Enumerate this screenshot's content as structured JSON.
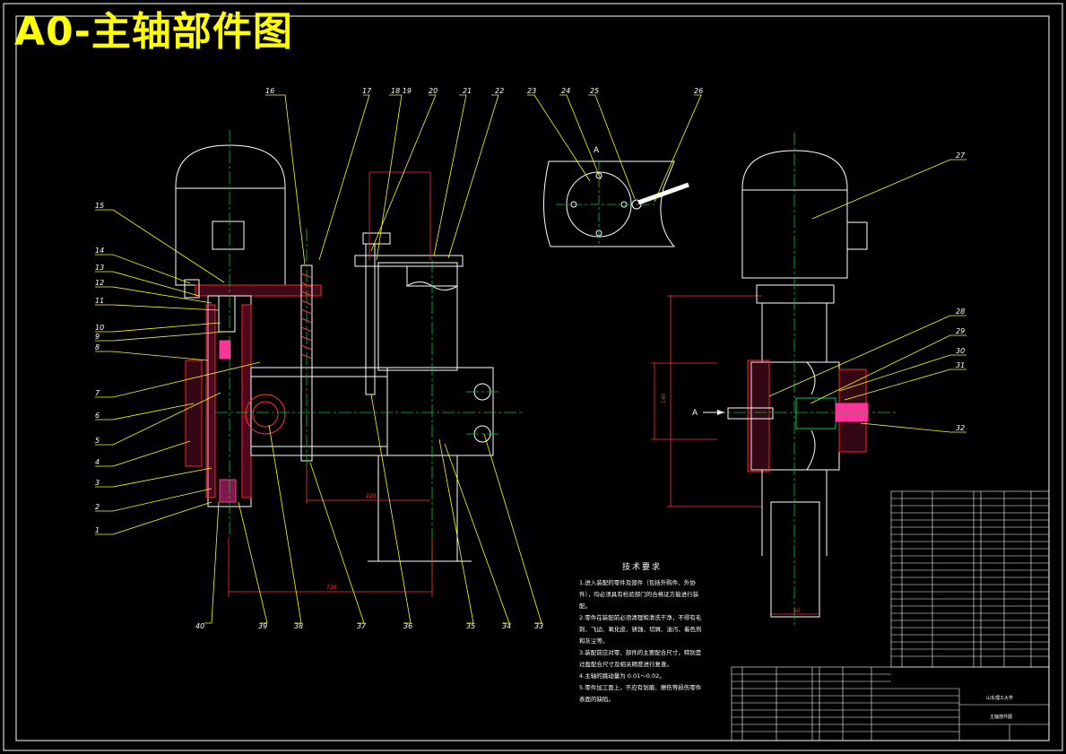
{
  "sheet": {
    "title": "A0-主轴部件图",
    "colors": {
      "background": "#000000",
      "outline": "#ffffff",
      "leader": "#ffff00",
      "centerline": "#00cc33",
      "hatch": "#ff2222",
      "part_fill": "#ff3399",
      "title_text": "#ffff00"
    }
  },
  "callouts": {
    "top": [
      "16",
      "17",
      "18 19",
      "20",
      "21",
      "22",
      "23",
      "24",
      "25",
      "26"
    ],
    "left": [
      "15",
      "14",
      "13",
      "12",
      "11",
      "10",
      "9",
      "8",
      "7",
      "6",
      "5",
      "4",
      "3",
      "2",
      "1"
    ],
    "bottom": [
      "40",
      "39",
      "38",
      "37",
      "36",
      "35",
      "34",
      "33"
    ],
    "right": [
      "27",
      "28",
      "29",
      "30",
      "31",
      "32"
    ]
  },
  "view_labels": {
    "view_a_top": "A",
    "arrow_a": "A"
  },
  "tech_requirements": {
    "heading": "技术要求",
    "lines": [
      "1.进入装配的零件及部件（包括外购件、外协件），均必须具有检验部门的合格证方能进行装配。",
      "2.零件在装配前必须清理和清洗干净，不得有毛刺、飞边、氧化皮、锈蚀、切屑、油污、着色剂和灰尘等。",
      "3.装配前应对零、部件的主要配合尺寸，特别是过盈配合尺寸及相关精度进行复查。",
      "4.主轴的跳动量为 0.01～0.02。",
      "5.零件加工面上，不应有划痕、擦伤等损伤零件表面的缺陷。"
    ]
  },
  "title_block": {
    "school": "山东理工大学",
    "drawing_name": "主轴部件图"
  }
}
